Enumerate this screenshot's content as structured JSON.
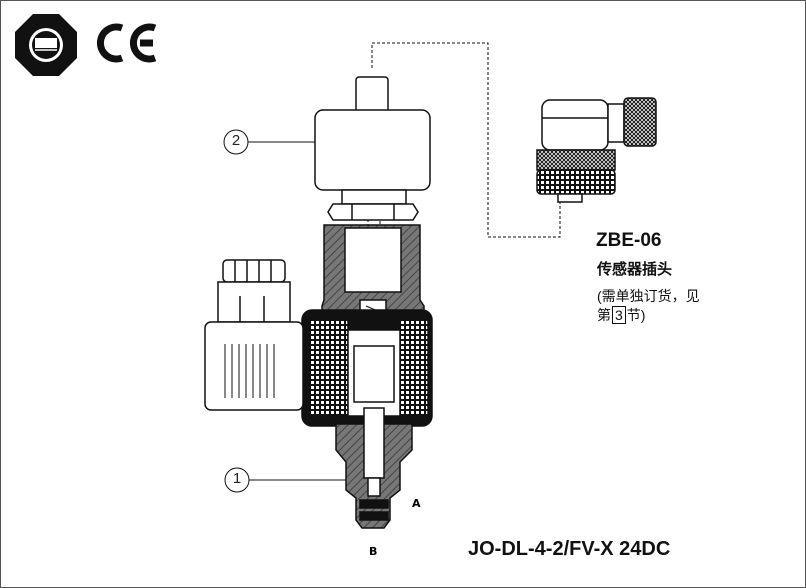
{
  "logos": {
    "tuv": "TÜV",
    "ce": "CE"
  },
  "callouts": {
    "one": "1",
    "two": "2"
  },
  "connector": {
    "code": "ZBE-06"
  },
  "sensor": {
    "name": "传感器插头",
    "note_line1": "(需单独订货，见",
    "note_prefix": "第",
    "note_ref": "3",
    "note_suffix": "节)"
  },
  "ports": {
    "a": "A",
    "b": "B"
  },
  "model": "JO-DL-4-2/FV-X 24DC",
  "colors": {
    "line": "#111111",
    "background": "#ffffff",
    "frame": "#555555"
  }
}
